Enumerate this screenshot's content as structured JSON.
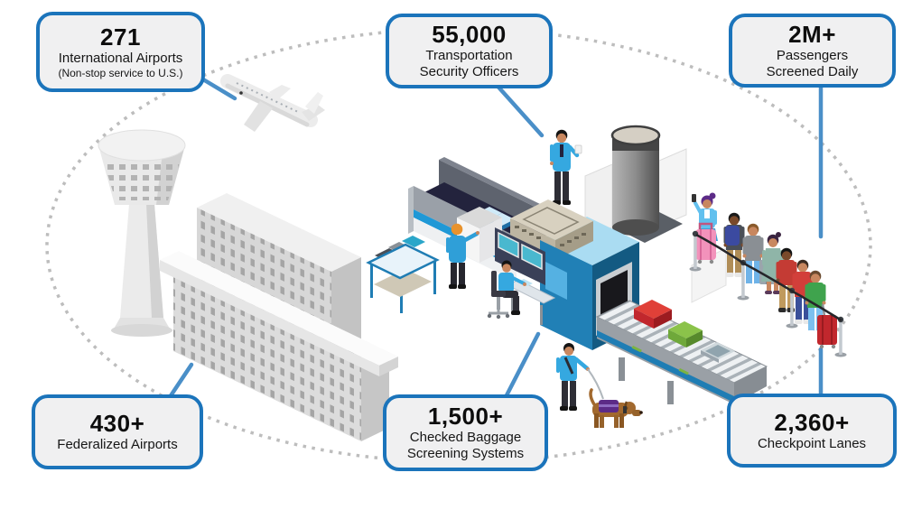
{
  "stats": {
    "international_airports": {
      "value": "271",
      "label": "International Airports",
      "sublabel": "(Non-stop service to U.S.)"
    },
    "security_officers": {
      "value": "55,000",
      "label": "Transportation\nSecurity Officers"
    },
    "passengers": {
      "value": "2M+",
      "label": "Passengers\nScreened Daily"
    },
    "federalized_airports": {
      "value": "430+",
      "label": "Federalized Airports"
    },
    "checked_baggage": {
      "value": "1,500+",
      "label": "Checked Baggage\nScreening Systems"
    },
    "checkpoint_lanes": {
      "value": "2,360+",
      "label": "Checkpoint Lanes"
    }
  },
  "colors": {
    "box_border": "#1b74bb",
    "box_background": "#f0f0f1",
    "connector_line": "#4a8fc8",
    "dotted_ellipse": "#bdbdbd",
    "officer_shirt": "#35a8e0",
    "accent_cyan": "#1f98d6"
  },
  "illustration": {
    "elements": [
      "airplane",
      "air-traffic-control-tower",
      "airport-terminal-building",
      "tso-officer",
      "checkpoint-divest-lane",
      "xray-baggage-scanner",
      "security-monitor-station",
      "body-scanner",
      "baggage-conveyor",
      "inspection-table",
      "canine-team",
      "passenger-queue"
    ]
  }
}
